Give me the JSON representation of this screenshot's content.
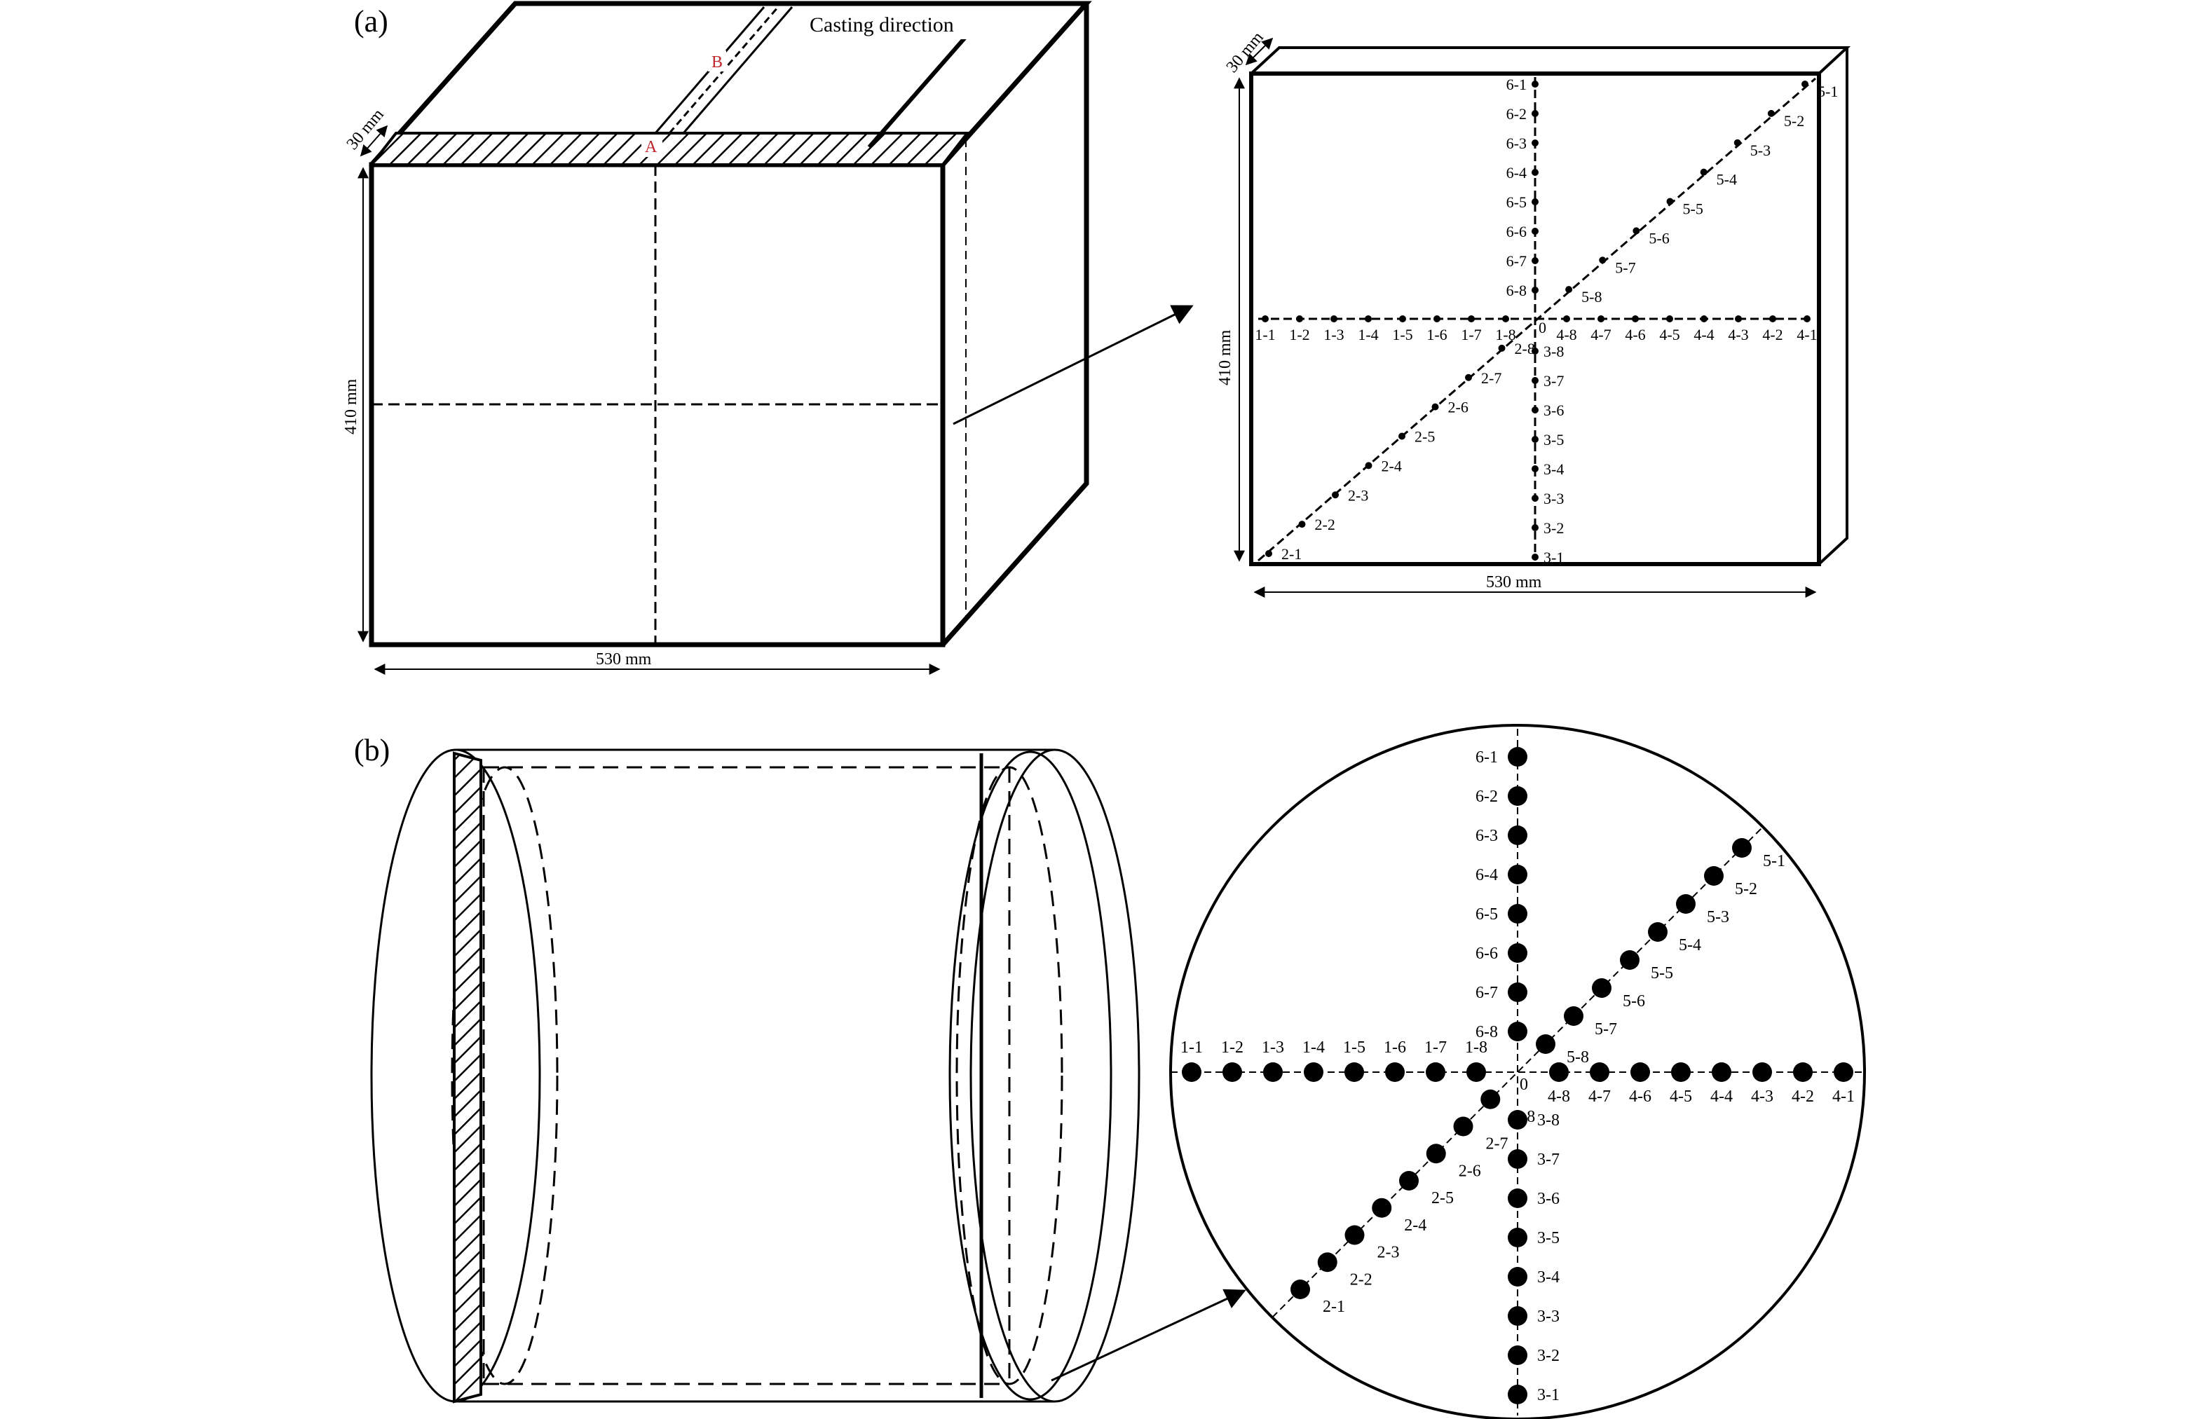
{
  "panel_a": {
    "label": "(a)",
    "casting_direction": "Casting direction",
    "point_a": "A",
    "point_b": "B",
    "dim_thickness": "30 mm",
    "dim_height": "410 mm",
    "dim_width": "530 mm",
    "section": {
      "dim_thickness": "30 mm",
      "dim_height": "410 mm",
      "dim_width": "530 mm",
      "center": "0",
      "line1": [
        "1-1",
        "1-2",
        "1-3",
        "1-4",
        "1-5",
        "1-6",
        "1-7",
        "1-8"
      ],
      "line2": [
        "2-1",
        "2-2",
        "2-3",
        "2-4",
        "2-5",
        "2-6",
        "2-7",
        "2-8"
      ],
      "line3": [
        "3-1",
        "3-2",
        "3-3",
        "3-4",
        "3-5",
        "3-6",
        "3-7",
        "3-8"
      ],
      "line4": [
        "4-1",
        "4-2",
        "4-3",
        "4-4",
        "4-5",
        "4-6",
        "4-7",
        "4-8"
      ],
      "line5": [
        "5-1",
        "5-2",
        "5-3",
        "5-4",
        "5-5",
        "5-6",
        "5-7",
        "5-8"
      ],
      "line6": [
        "6-1",
        "6-2",
        "6-3",
        "6-4",
        "6-5",
        "6-6",
        "6-7",
        "6-8"
      ]
    }
  },
  "panel_b": {
    "label": "(b)",
    "section": {
      "center": "0",
      "line1": [
        "1-1",
        "1-2",
        "1-3",
        "1-4",
        "1-5",
        "1-6",
        "1-7",
        "1-8"
      ],
      "line2": [
        "2-1",
        "2-2",
        "2-3",
        "2-4",
        "2-5",
        "2-6",
        "2-7",
        "2-8"
      ],
      "line3": [
        "3-1",
        "3-2",
        "3-3",
        "3-4",
        "3-5",
        "3-6",
        "3-7",
        "3-8"
      ],
      "line4": [
        "4-1",
        "4-2",
        "4-3",
        "4-4",
        "4-5",
        "4-6",
        "4-7",
        "4-8"
      ],
      "line5": [
        "5-1",
        "5-2",
        "5-3",
        "5-4",
        "5-5",
        "5-6",
        "5-7",
        "5-8"
      ],
      "line6": [
        "6-1",
        "6-2",
        "6-3",
        "6-4",
        "6-5",
        "6-6",
        "6-7",
        "6-8"
      ]
    }
  }
}
